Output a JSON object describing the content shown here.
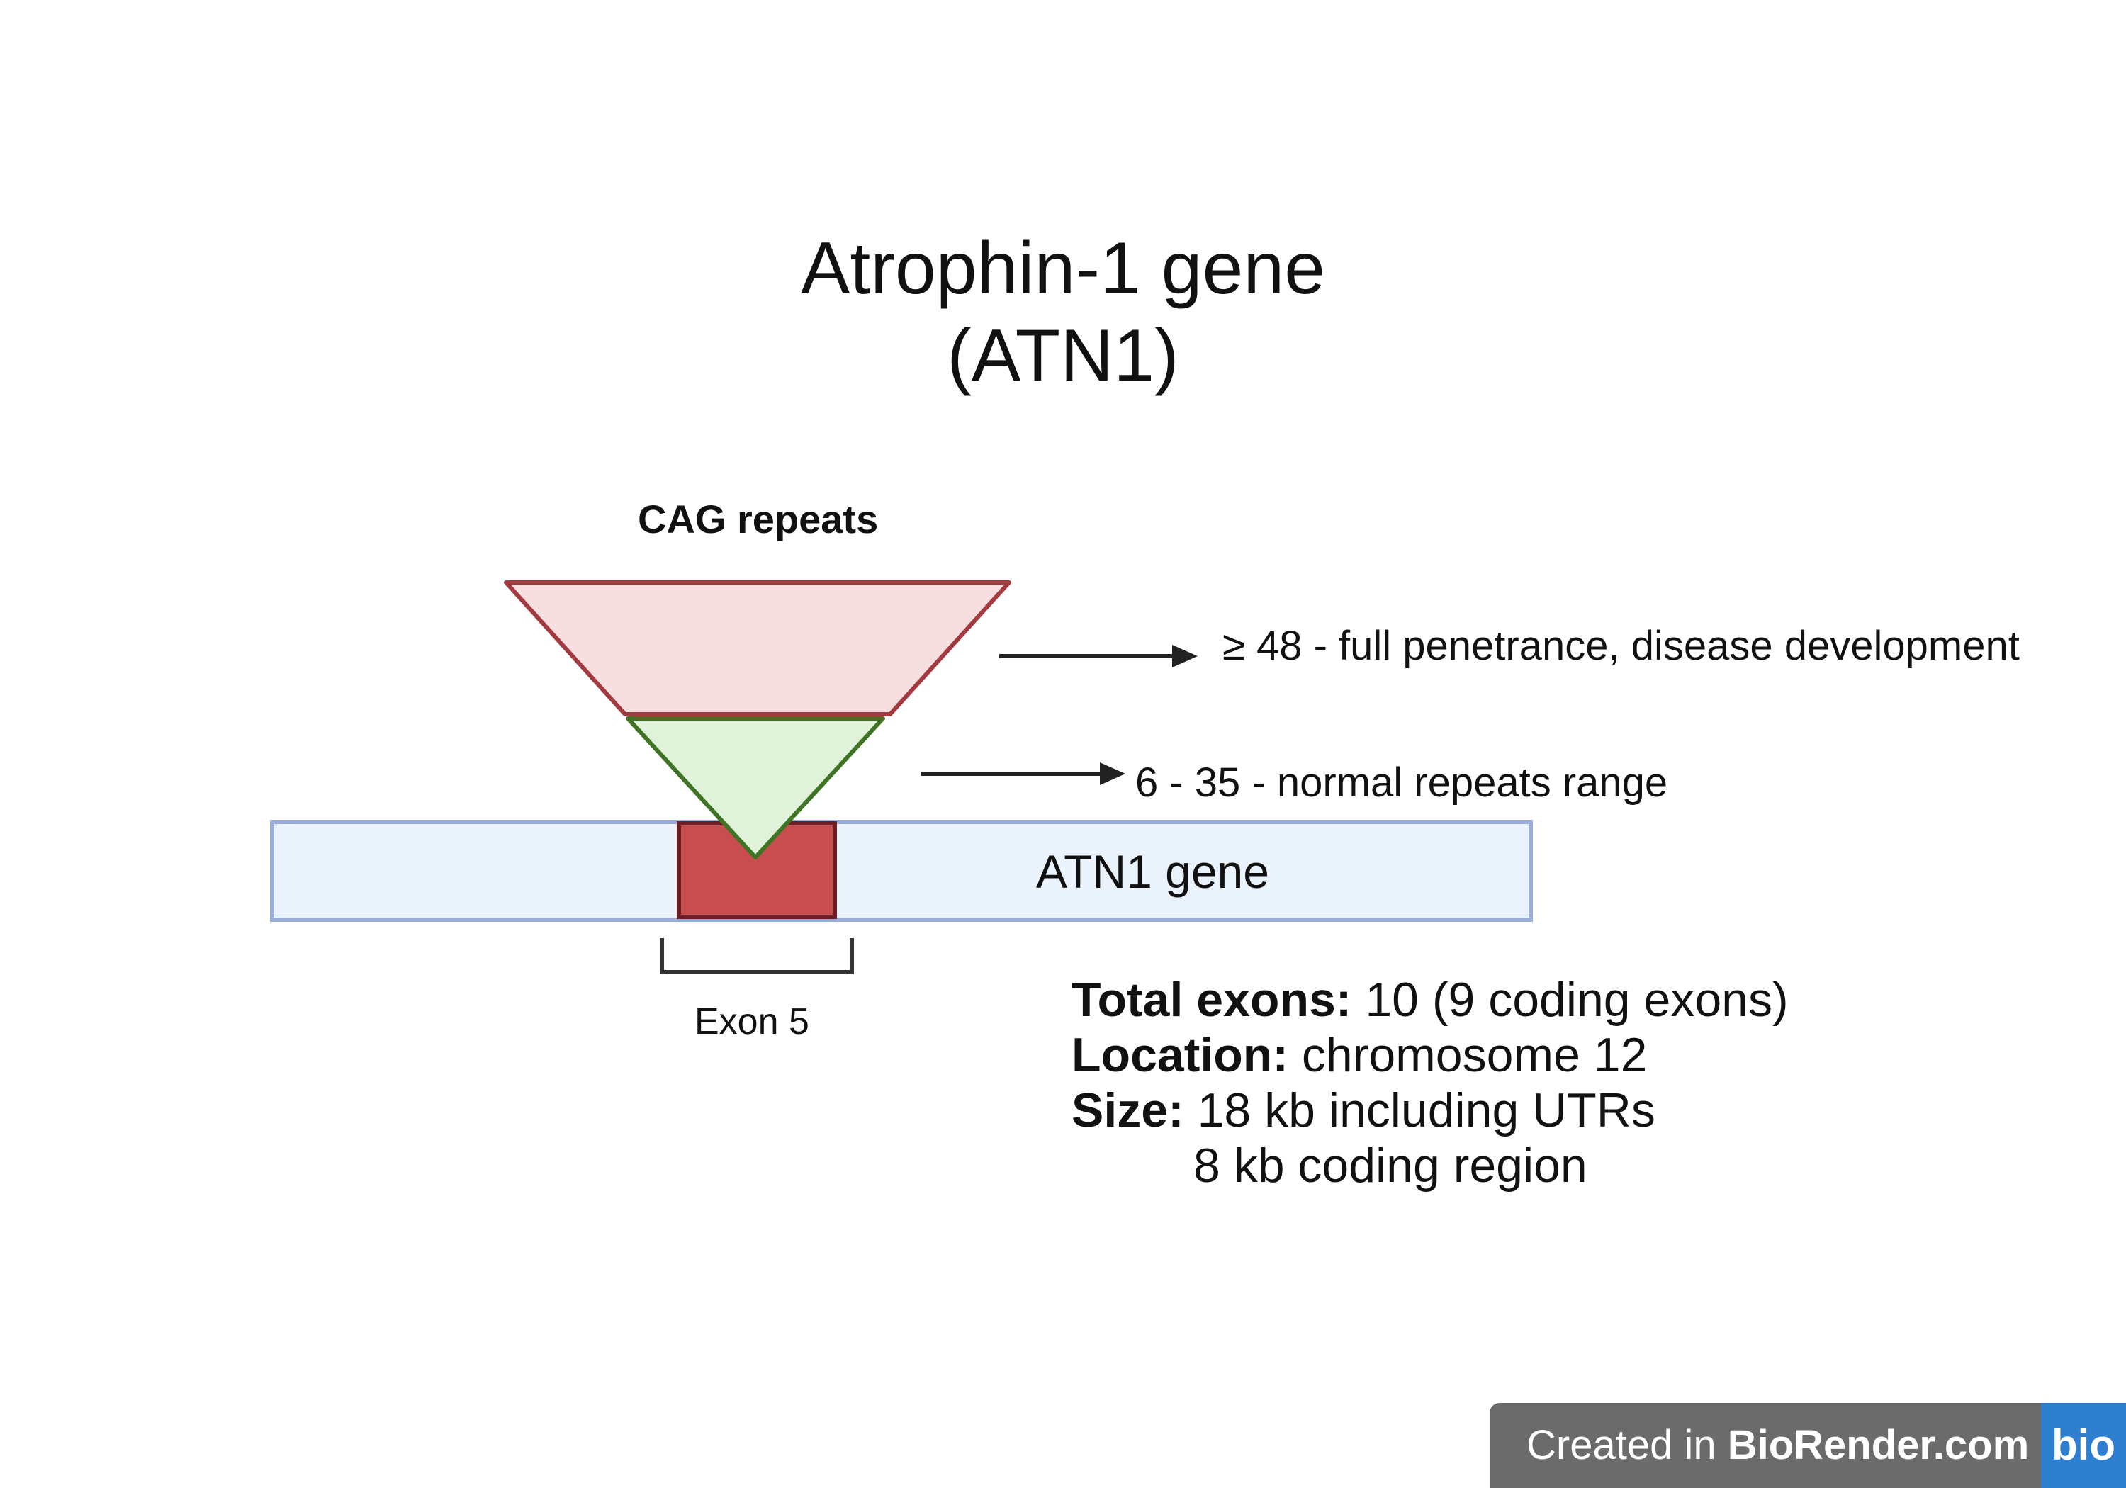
{
  "title": {
    "line1": "Atrophin-1 gene",
    "line2": "(ATN1)"
  },
  "cag_label": "CAG repeats",
  "ranges": {
    "full_penetrance": "≥ 48 - full penetrance, disease development",
    "normal": "6 - 35 - normal repeats range"
  },
  "gene_label": "ATN1 gene",
  "exon_label": "Exon 5",
  "info": {
    "exons_key": "Total exons:",
    "exons_value": " 10 (9 coding exons)",
    "location_key": "Location:",
    "location_value": " chromosome 12",
    "size_key": "Size:",
    "size_value": " 18 kb including UTRs",
    "size_value2": "8 kb coding region"
  },
  "badge": {
    "prefix": "Created in ",
    "brand": "BioRender.com",
    "logo": "bio"
  },
  "colors": {
    "pathogenic_fill": "#f8dfdf",
    "pathogenic_stroke": "#a23a3f",
    "normal_fill": "#e0f2da",
    "normal_stroke": "#3e7424",
    "gene_fill": "#eaf2fb",
    "gene_stroke": "#9badd9",
    "exon_fill": "#c84d4e",
    "exon_stroke": "#6e1d22"
  }
}
